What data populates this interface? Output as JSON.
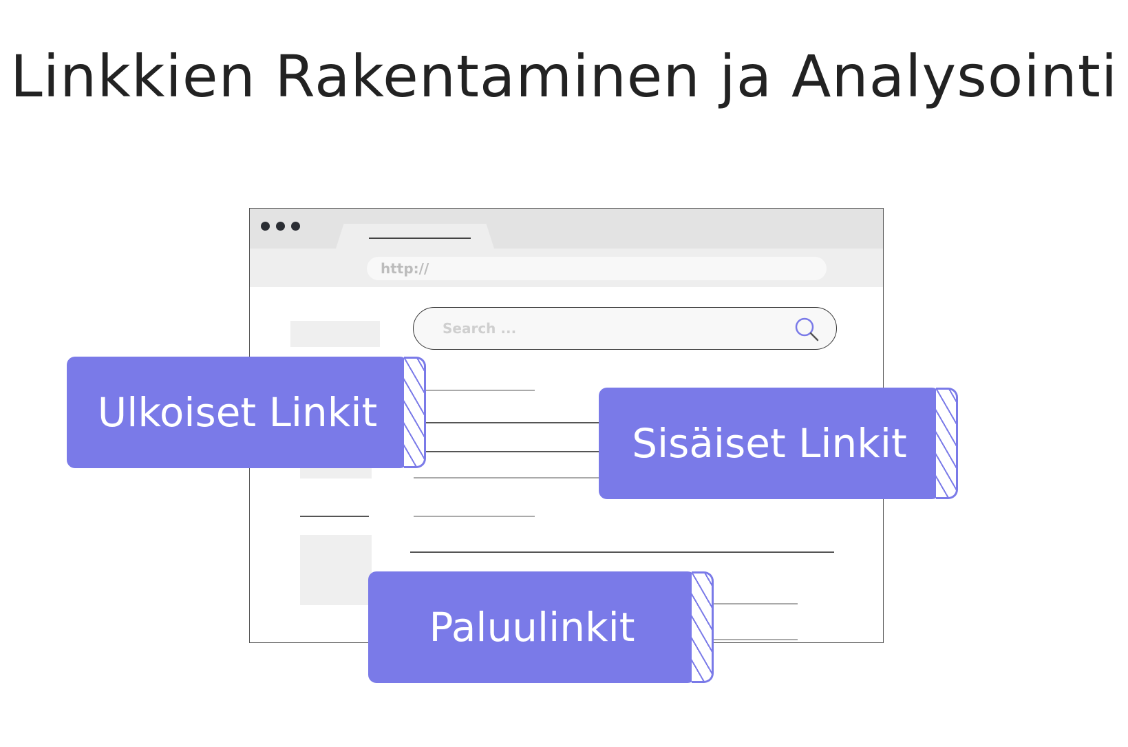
{
  "title": "Linkkien Rakentaminen ja Analysointi",
  "browser": {
    "url_placeholder": "http://",
    "search_placeholder": "Search ...",
    "icons": [
      "window-dots",
      "search-icon"
    ]
  },
  "link_types": [
    {
      "label": "Ulkoiset Linkit"
    },
    {
      "label": "Sisäiset Linkit"
    },
    {
      "label": "Paluulinkit"
    }
  ],
  "colors": {
    "accent": "#7a7ae8",
    "title": "#222222",
    "chrome": "#e3e3e3"
  }
}
